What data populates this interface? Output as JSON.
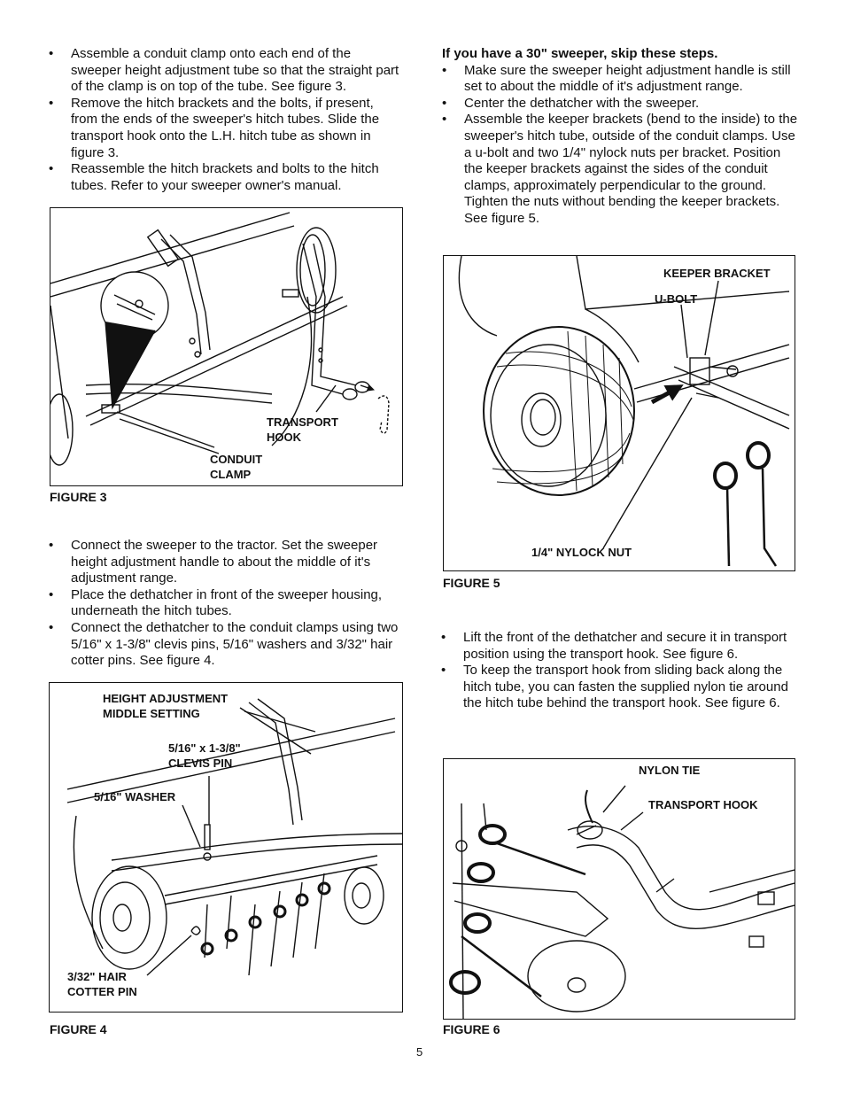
{
  "left_top_bullets": [
    "Assemble a conduit clamp onto each end of the sweeper height adjustment tube so that the straight part of the clamp is on top of the tube. See figure 3.",
    "Remove the hitch brackets and the bolts, if present, from the ends of the sweeper's hitch tubes. Slide the transport hook onto the L.H. hitch tube as shown in figure 3.",
    "Reassemble the hitch brackets and bolts to the hitch tubes. Refer to your sweeper owner's manual."
  ],
  "figure3": {
    "caption": "FIGURE 3",
    "labels": {
      "transport_hook": "TRANSPORT\nHOOK",
      "conduit_clamp": "CONDUIT\nCLAMP"
    }
  },
  "left_mid_bullets": [
    "Connect the sweeper to the tractor. Set the sweeper height adjustment handle to about the middle of it's adjustment range.",
    "Place the dethatcher in front of the sweeper housing, underneath the hitch tubes.",
    "Connect the dethatcher to the conduit clamps using two 5/16\" x 1-3/8\" clevis pins, 5/16\" washers and 3/32\" hair cotter pins. See figure 4."
  ],
  "figure4": {
    "caption": "FIGURE 4",
    "labels": {
      "height_adjustment": "HEIGHT ADJUSTMENT\nMIDDLE SETTING",
      "clevis_pin": "5/16\" x 1-3/8\"\nCLEVIS PIN",
      "washer": "5/16\" WASHER",
      "hair_cotter_pin": "3/32\" HAIR\nCOTTER PIN"
    }
  },
  "right_heading": "If you have a 30\" sweeper, skip these steps.",
  "right_top_bullets": [
    "Make sure the sweeper height adjustment handle is still set to about the middle of it's adjustment range.",
    "Center the dethatcher with the sweeper.",
    "Assemble the keeper brackets (bend to the inside) to the sweeper's hitch tube, outside of the conduit clamps. Use a u-bolt and two 1/4\" nylock nuts per bracket. Position the keeper brackets against the sides of the conduit clamps, approximately perpendicular to the ground. Tighten the nuts without bending the keeper brackets. See figure 5."
  ],
  "figure5": {
    "caption": "FIGURE 5",
    "labels": {
      "keeper_bracket": "KEEPER BRACKET",
      "u_bolt": "U-BOLT",
      "nylock_nut": "1/4\" NYLOCK NUT"
    }
  },
  "right_mid_bullets": [
    "Lift the front of the dethatcher and secure it in transport position using the transport hook. See figure 6.",
    "To keep the transport hook from sliding back along the hitch tube, you can fasten the supplied nylon tie around the hitch tube behind the transport hook.  See figure 6."
  ],
  "figure6": {
    "caption": "FIGURE 6",
    "labels": {
      "nylon_tie": "NYLON TIE",
      "transport_hook": "TRANSPORT HOOK"
    }
  },
  "page_number": "5"
}
